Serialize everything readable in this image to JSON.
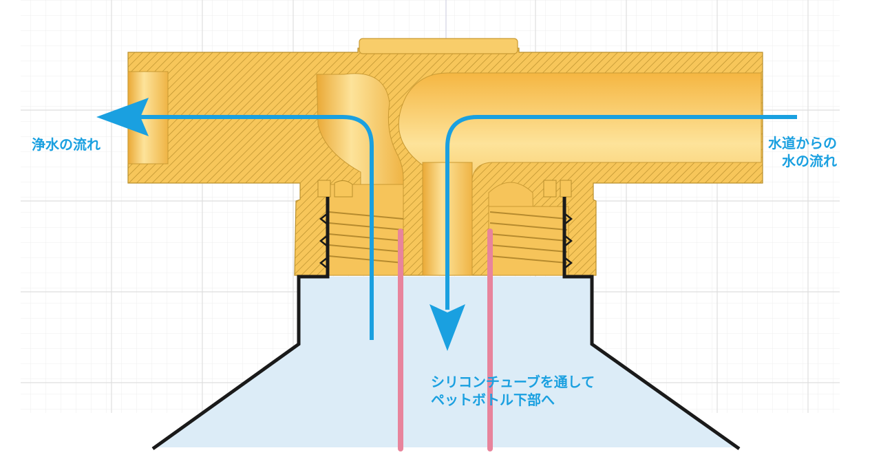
{
  "labels": {
    "outflow": "浄水の流れ",
    "inflow_line1": "水道からの",
    "inflow_line2": "水の流れ",
    "tube_line1": "シリコンチューブを通して",
    "tube_line2": "ペットボトル下部へ"
  },
  "colors": {
    "body": "#f7c65a",
    "hatch": "#b98f2c",
    "flow_arrow": "#1aa0e0",
    "tube": "#e8849c",
    "bottle_outline": "#1a1a1a",
    "water": "#dcecf7",
    "grid": "#e6e6e6"
  }
}
